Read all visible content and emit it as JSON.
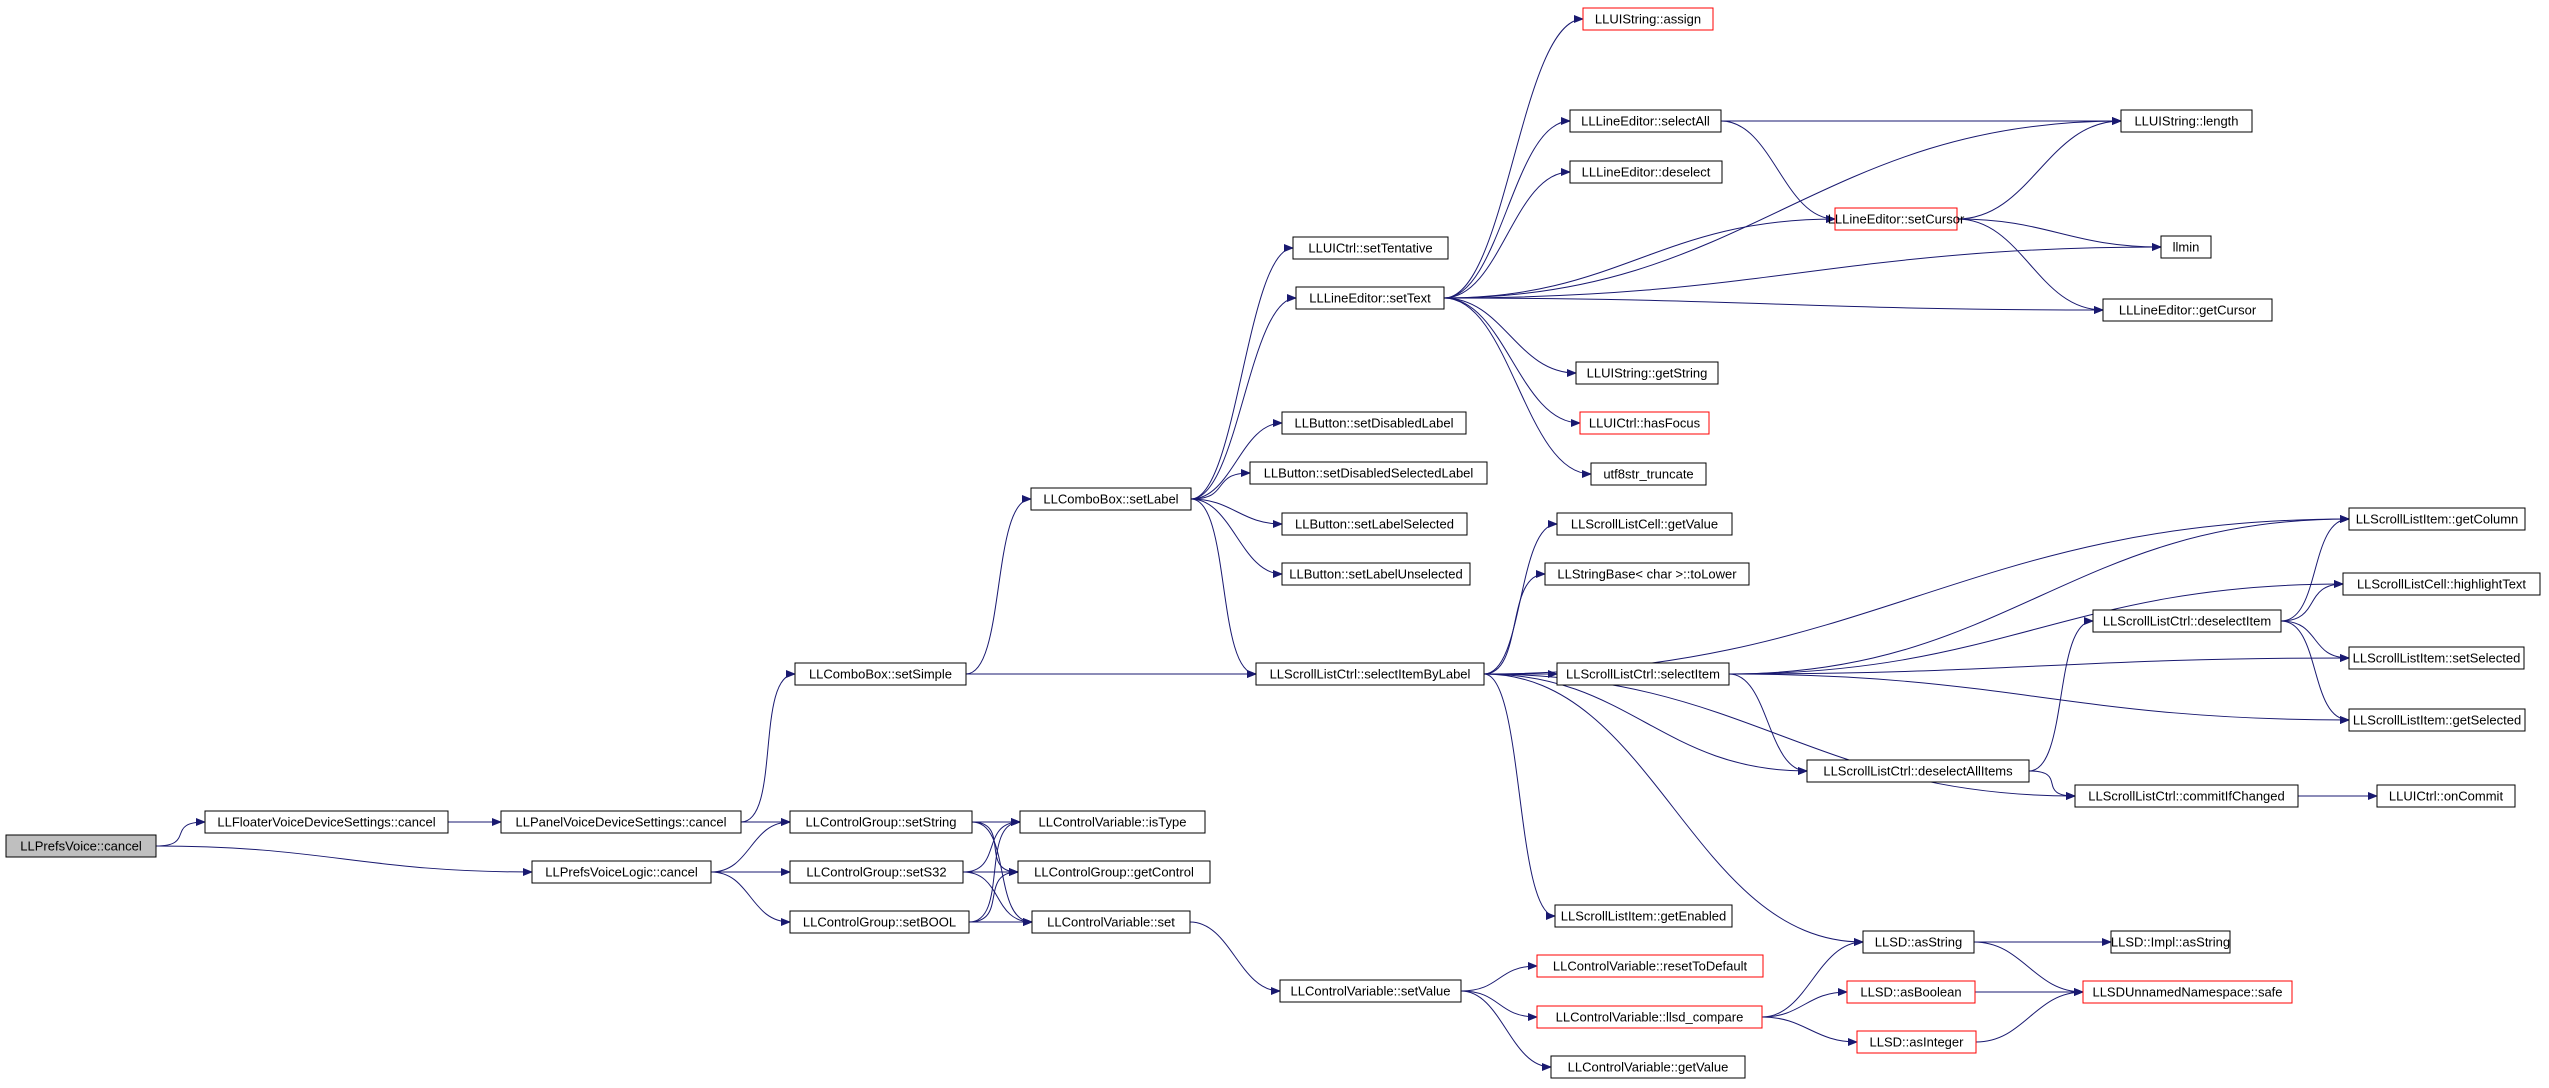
{
  "colors": {
    "edge": "#191970",
    "node_border": "#000000",
    "truncated_border": "#ff0000",
    "root_fill": "#bfbfbf",
    "node_fill": "#ffffff"
  },
  "nodes": [
    {
      "id": "n1",
      "label": "LLPrefsVoice::cancel",
      "style": "root"
    },
    {
      "id": "n2",
      "label": "LLFloaterVoiceDeviceSettings::cancel",
      "style": "normal"
    },
    {
      "id": "n3",
      "label": "LLPrefsVoiceLogic::cancel",
      "style": "normal"
    },
    {
      "id": "n4",
      "label": "LLPanelVoiceDeviceSettings::cancel",
      "style": "normal"
    },
    {
      "id": "n5",
      "label": "LLComboBox::setSimple",
      "style": "normal"
    },
    {
      "id": "n6",
      "label": "LLControlGroup::setString",
      "style": "normal"
    },
    {
      "id": "n7",
      "label": "LLControlGroup::setS32",
      "style": "normal"
    },
    {
      "id": "n8",
      "label": "LLControlGroup::setBOOL",
      "style": "normal"
    },
    {
      "id": "n9",
      "label": "LLControlVariable::isType",
      "style": "normal"
    },
    {
      "id": "n10",
      "label": "LLControlGroup::getControl",
      "style": "normal"
    },
    {
      "id": "n11",
      "label": "LLControlVariable::set",
      "style": "normal"
    },
    {
      "id": "n12",
      "label": "LLComboBox::setLabel",
      "style": "normal"
    },
    {
      "id": "n13",
      "label": "LLScrollListCtrl::selectItemByLabel",
      "style": "normal"
    },
    {
      "id": "n14",
      "label": "LLControlVariable::setValue",
      "style": "normal"
    },
    {
      "id": "n15",
      "label": "LLUICtrl::setTentative",
      "style": "normal"
    },
    {
      "id": "n16",
      "label": "LLLineEditor::setText",
      "style": "normal"
    },
    {
      "id": "n17",
      "label": "LLButton::setDisabledLabel",
      "style": "normal"
    },
    {
      "id": "n18",
      "label": "LLButton::setDisabledSelectedLabel",
      "style": "normal"
    },
    {
      "id": "n19",
      "label": "LLButton::setLabelSelected",
      "style": "normal"
    },
    {
      "id": "n20",
      "label": "LLButton::setLabelUnselected",
      "style": "normal"
    },
    {
      "id": "n21",
      "label": "LLUIString::assign",
      "style": "truncated"
    },
    {
      "id": "n22",
      "label": "LLLineEditor::selectAll",
      "style": "normal"
    },
    {
      "id": "n23",
      "label": "LLLineEditor::deselect",
      "style": "normal"
    },
    {
      "id": "n24",
      "label": "LLUIString::getString",
      "style": "normal"
    },
    {
      "id": "n25",
      "label": "LLUICtrl::hasFocus",
      "style": "truncated"
    },
    {
      "id": "n26",
      "label": "utf8str_truncate",
      "style": "normal"
    },
    {
      "id": "n27",
      "label": "LLScrollListCell::getValue",
      "style": "normal"
    },
    {
      "id": "n28",
      "label": "LLStringBase< char >::toLower",
      "style": "normal"
    },
    {
      "id": "n29",
      "label": "LLScrollListCtrl::selectItem",
      "style": "normal"
    },
    {
      "id": "n30",
      "label": "LLScrollListItem::getEnabled",
      "style": "normal"
    },
    {
      "id": "n31",
      "label": "LLControlVariable::resetToDefault",
      "style": "truncated"
    },
    {
      "id": "n32",
      "label": "LLControlVariable::llsd_compare",
      "style": "truncated"
    },
    {
      "id": "n33",
      "label": "LLControlVariable::getValue",
      "style": "normal"
    },
    {
      "id": "n34",
      "label": "LLLineEditor::setCursor",
      "style": "truncated"
    },
    {
      "id": "n35",
      "label": "LLScrollListCtrl::deselectAllItems",
      "style": "normal"
    },
    {
      "id": "n36",
      "label": "LLSD::asString",
      "style": "normal"
    },
    {
      "id": "n37",
      "label": "LLSD::asBoolean",
      "style": "truncated"
    },
    {
      "id": "n38",
      "label": "LLSD::asInteger",
      "style": "truncated"
    },
    {
      "id": "n39",
      "label": "LLUIString::length",
      "style": "normal"
    },
    {
      "id": "n40",
      "label": "llmin",
      "style": "normal"
    },
    {
      "id": "n41",
      "label": "LLLineEditor::getCursor",
      "style": "normal"
    },
    {
      "id": "n42",
      "label": "LLScrollListCtrl::deselectItem",
      "style": "normal"
    },
    {
      "id": "n43",
      "label": "LLScrollListCtrl::commitIfChanged",
      "style": "normal"
    },
    {
      "id": "n44",
      "label": "LLSD::Impl::asString",
      "style": "normal"
    },
    {
      "id": "n45",
      "label": "LLSDUnnamedNamespace::safe",
      "style": "truncated"
    },
    {
      "id": "n46",
      "label": "LLScrollListItem::getColumn",
      "style": "normal"
    },
    {
      "id": "n47",
      "label": "LLScrollListCell::highlightText",
      "style": "normal"
    },
    {
      "id": "n48",
      "label": "LLScrollListItem::setSelected",
      "style": "normal"
    },
    {
      "id": "n49",
      "label": "LLScrollListItem::getSelected",
      "style": "normal"
    },
    {
      "id": "n50",
      "label": "LLUICtrl::onCommit",
      "style": "normal"
    }
  ],
  "edges": [
    [
      "n1",
      "n2"
    ],
    [
      "n1",
      "n3"
    ],
    [
      "n2",
      "n4"
    ],
    [
      "n4",
      "n5"
    ],
    [
      "n4",
      "n6"
    ],
    [
      "n3",
      "n6"
    ],
    [
      "n3",
      "n7"
    ],
    [
      "n3",
      "n8"
    ],
    [
      "n6",
      "n9"
    ],
    [
      "n6",
      "n10"
    ],
    [
      "n6",
      "n11"
    ],
    [
      "n7",
      "n9"
    ],
    [
      "n7",
      "n10"
    ],
    [
      "n7",
      "n11"
    ],
    [
      "n8",
      "n9"
    ],
    [
      "n8",
      "n10"
    ],
    [
      "n8",
      "n11"
    ],
    [
      "n11",
      "n14"
    ],
    [
      "n5",
      "n12"
    ],
    [
      "n5",
      "n13"
    ],
    [
      "n12",
      "n15"
    ],
    [
      "n12",
      "n16"
    ],
    [
      "n12",
      "n17"
    ],
    [
      "n12",
      "n18"
    ],
    [
      "n12",
      "n19"
    ],
    [
      "n12",
      "n20"
    ],
    [
      "n12",
      "n13"
    ],
    [
      "n16",
      "n21"
    ],
    [
      "n16",
      "n22"
    ],
    [
      "n16",
      "n23"
    ],
    [
      "n16",
      "n24"
    ],
    [
      "n16",
      "n25"
    ],
    [
      "n16",
      "n26"
    ],
    [
      "n16",
      "n34"
    ],
    [
      "n16",
      "n39"
    ],
    [
      "n16",
      "n40"
    ],
    [
      "n16",
      "n41"
    ],
    [
      "n22",
      "n39"
    ],
    [
      "n22",
      "n34"
    ],
    [
      "n34",
      "n39"
    ],
    [
      "n34",
      "n40"
    ],
    [
      "n34",
      "n41"
    ],
    [
      "n13",
      "n27"
    ],
    [
      "n13",
      "n28"
    ],
    [
      "n13",
      "n29"
    ],
    [
      "n13",
      "n30"
    ],
    [
      "n13",
      "n35"
    ],
    [
      "n13",
      "n43"
    ],
    [
      "n13",
      "n36"
    ],
    [
      "n13",
      "n46"
    ],
    [
      "n29",
      "n35"
    ],
    [
      "n29",
      "n46"
    ],
    [
      "n29",
      "n47"
    ],
    [
      "n29",
      "n48"
    ],
    [
      "n29",
      "n49"
    ],
    [
      "n35",
      "n42"
    ],
    [
      "n35",
      "n43"
    ],
    [
      "n42",
      "n46"
    ],
    [
      "n42",
      "n47"
    ],
    [
      "n42",
      "n48"
    ],
    [
      "n42",
      "n49"
    ],
    [
      "n43",
      "n50"
    ],
    [
      "n14",
      "n31"
    ],
    [
      "n14",
      "n32"
    ],
    [
      "n14",
      "n33"
    ],
    [
      "n32",
      "n36"
    ],
    [
      "n32",
      "n37"
    ],
    [
      "n32",
      "n38"
    ],
    [
      "n36",
      "n44"
    ],
    [
      "n36",
      "n45"
    ],
    [
      "n37",
      "n45"
    ],
    [
      "n38",
      "n45"
    ]
  ]
}
